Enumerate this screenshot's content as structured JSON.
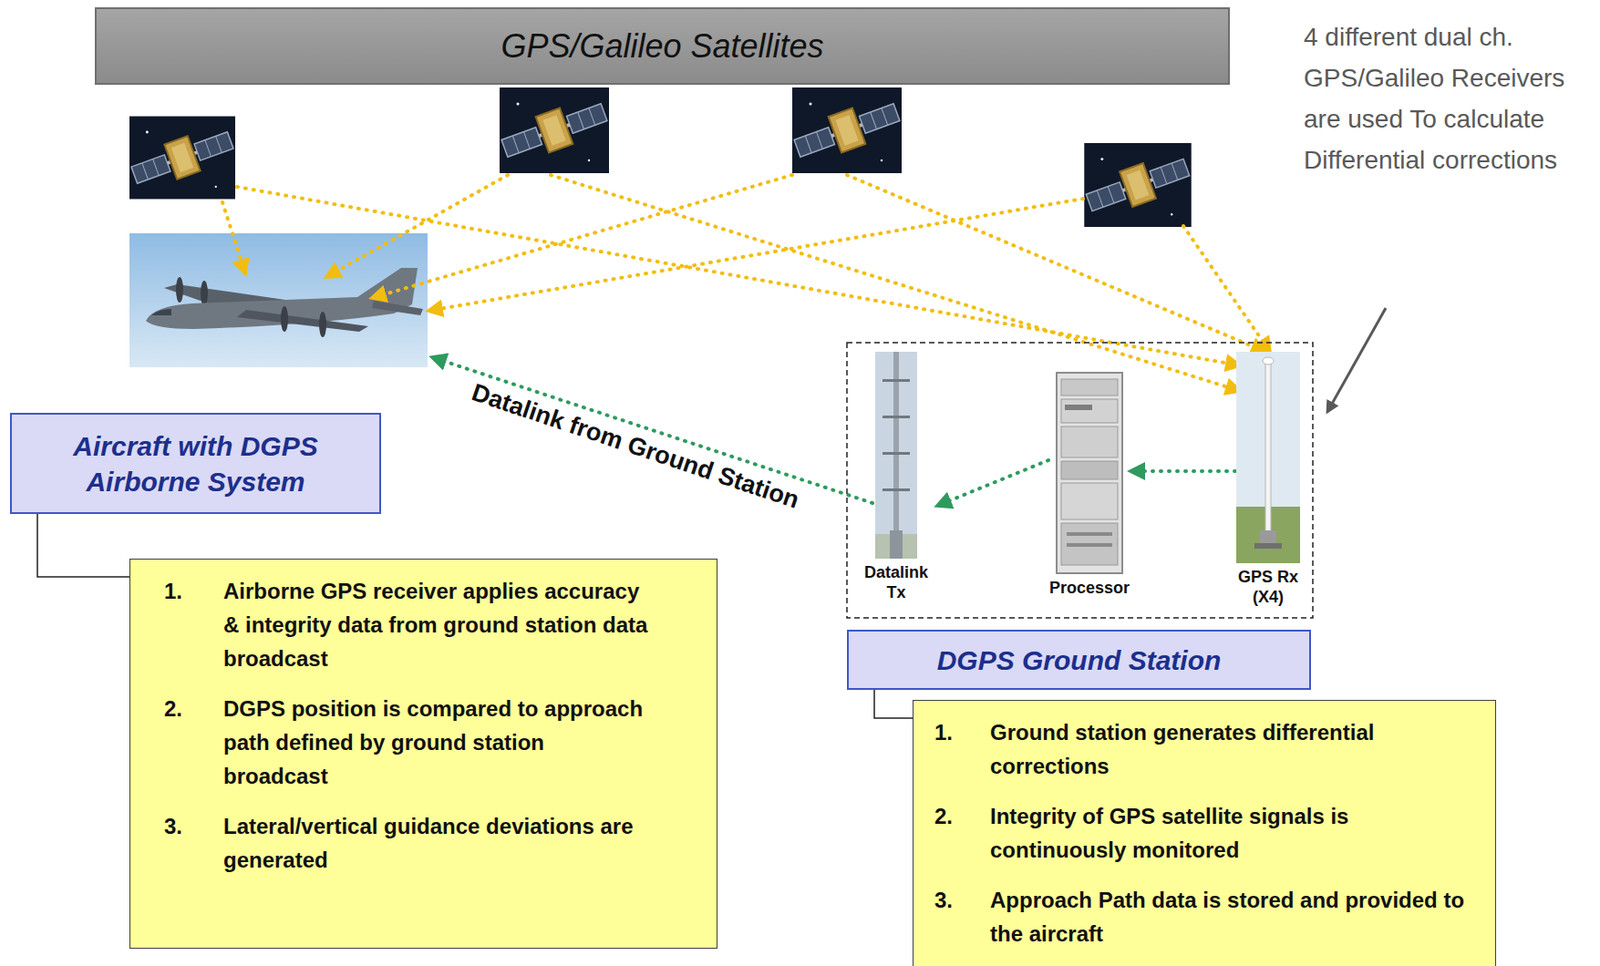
{
  "diagram": {
    "nodes": [
      {
        "text": [
          "GPS/Galileo Satellites"
        ]
      },
      {
        "text": [
          "Aircraft with DGPS Airborne System"
        ]
      },
      {
        "text": [
          "1.",
          "Airborne GPS receiver applies accuracy & integrity data from ground station data broadcast",
          "2.",
          "DGPS position is compared to approach path defined by ground station broadcast",
          "3.",
          "Lateral/vertical guidance deviations are generated"
        ]
      },
      {
        "text": [
          "Datalink Tx"
        ]
      },
      {
        "text": [
          "Processor"
        ]
      },
      {
        "text": [
          "GPS Rx (X4)"
        ]
      },
      {
        "text": [
          "DGPS Ground Station"
        ]
      },
      {
        "text": [
          "1.",
          "Ground station generates differential corrections",
          "2.",
          "Integrity of GPS satellite signals is continuously monitored",
          "3.",
          "Approach Path data is stored and provided to the aircraft"
        ]
      }
    ],
    "edges": [
      {
        "from": 1,
        "to": 2,
        "arrow": "none"
      },
      {
        "from": 5,
        "to": 4,
        "arrow": "to"
      },
      {
        "from": 4,
        "to": 3,
        "arrow": "to"
      },
      {
        "from": 6,
        "to": 7,
        "arrow": "none"
      }
    ],
    "labels": [
      "4 different dual ch. GPS/Galileo Receivers are used To calculate Differential corrections",
      "Datalink from Ground Station"
    ]
  }
}
